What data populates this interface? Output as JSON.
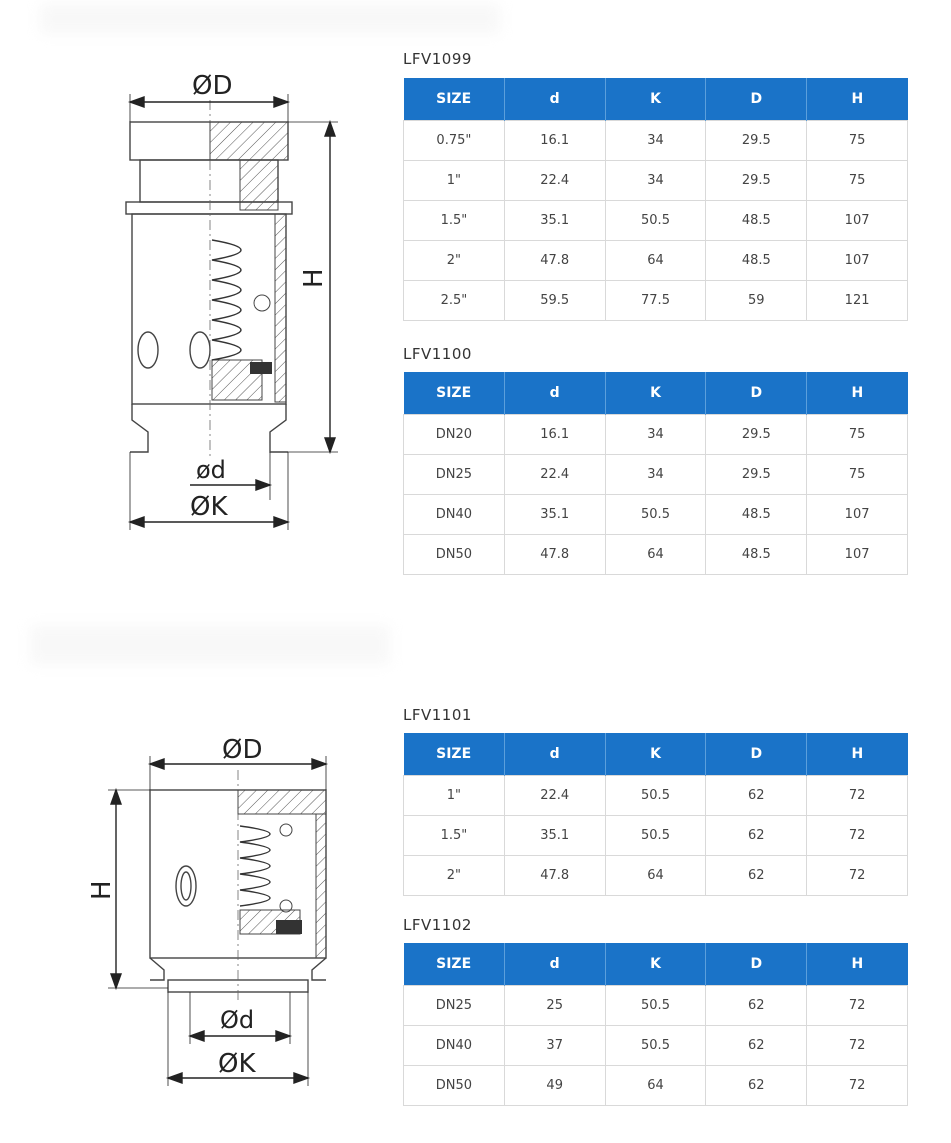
{
  "drawing_labels": {
    "top": {
      "D": "ØD",
      "H": "H",
      "d": "ød",
      "K": "ØK"
    },
    "bottom": {
      "D": "ØD",
      "H": "H",
      "d": "Ød",
      "K": "ØK"
    }
  },
  "tables": [
    {
      "model": "LFV1099",
      "headers": [
        "SIZE",
        "d",
        "K",
        "D",
        "H"
      ],
      "rows": [
        [
          "0.75\"",
          "16.1",
          "34",
          "29.5",
          "75"
        ],
        [
          "1\"",
          "22.4",
          "34",
          "29.5",
          "75"
        ],
        [
          "1.5\"",
          "35.1",
          "50.5",
          "48.5",
          "107"
        ],
        [
          "2\"",
          "47.8",
          "64",
          "48.5",
          "107"
        ],
        [
          "2.5\"",
          "59.5",
          "77.5",
          "59",
          "121"
        ]
      ]
    },
    {
      "model": "LFV1100",
      "headers": [
        "SIZE",
        "d",
        "K",
        "D",
        "H"
      ],
      "rows": [
        [
          "DN20",
          "16.1",
          "34",
          "29.5",
          "75"
        ],
        [
          "DN25",
          "22.4",
          "34",
          "29.5",
          "75"
        ],
        [
          "DN40",
          "35.1",
          "50.5",
          "48.5",
          "107"
        ],
        [
          "DN50",
          "47.8",
          "64",
          "48.5",
          "107"
        ]
      ]
    },
    {
      "model": "LFV1101",
      "headers": [
        "SIZE",
        "d",
        "K",
        "D",
        "H"
      ],
      "rows": [
        [
          "1\"",
          "22.4",
          "50.5",
          "62",
          "72"
        ],
        [
          "1.5\"",
          "35.1",
          "50.5",
          "62",
          "72"
        ],
        [
          "2\"",
          "47.8",
          "64",
          "62",
          "72"
        ]
      ]
    },
    {
      "model": "LFV1102",
      "headers": [
        "SIZE",
        "d",
        "K",
        "D",
        "H"
      ],
      "rows": [
        [
          "DN25",
          "25",
          "50.5",
          "62",
          "72"
        ],
        [
          "DN40",
          "37",
          "50.5",
          "62",
          "72"
        ],
        [
          "DN50",
          "49",
          "64",
          "62",
          "72"
        ]
      ]
    }
  ],
  "colors": {
    "header_bg": "#1a73c8",
    "header_text": "#ffffff",
    "grid": "#d9d9d9"
  }
}
